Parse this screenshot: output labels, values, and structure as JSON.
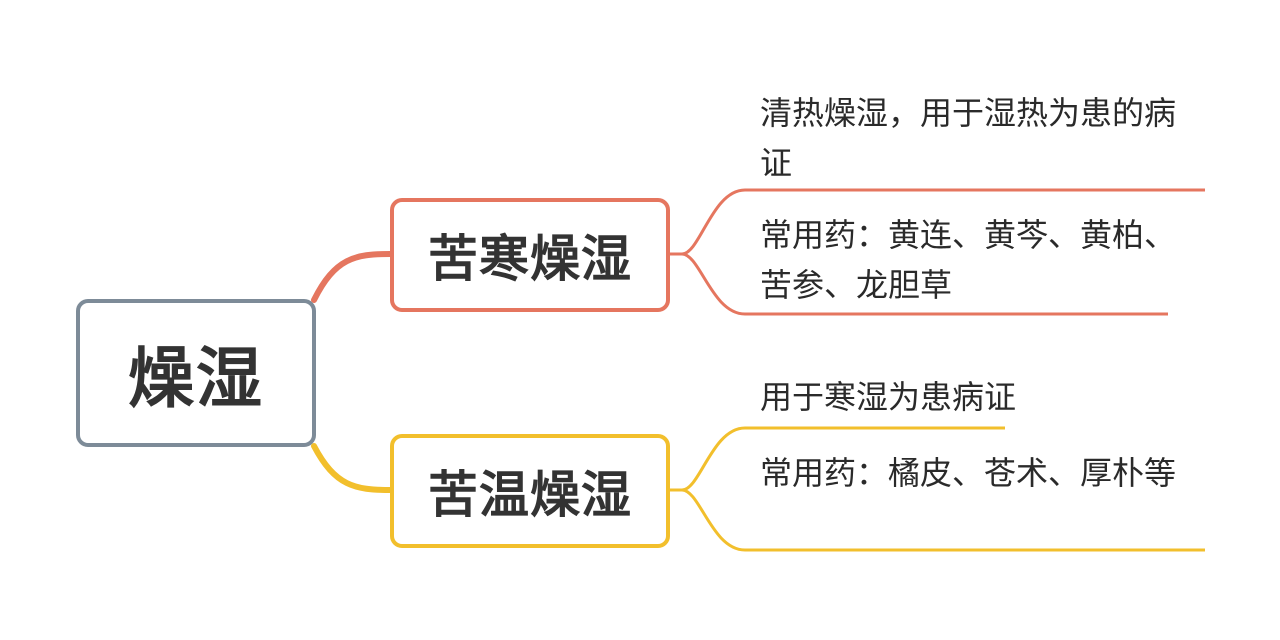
{
  "root": {
    "label": "燥湿",
    "border_color": "#7d8b98"
  },
  "branches": [
    {
      "label": "苦寒燥湿",
      "color": "#e5765f",
      "leaves": [
        "清热燥湿，用于湿热为患的病证",
        "常用药：黄连、黄芩、黄柏、苦参、龙胆草"
      ]
    },
    {
      "label": "苦温燥湿",
      "color": "#f2bf2c",
      "leaves": [
        "用于寒湿为患病证",
        "常用药：橘皮、苍术、厚朴等"
      ]
    }
  ]
}
